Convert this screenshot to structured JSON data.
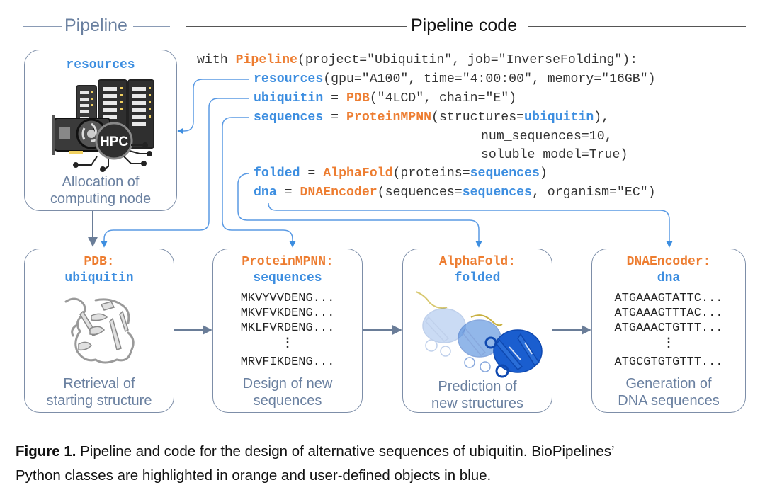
{
  "headers": {
    "left": "Pipeline",
    "right": "Pipeline code"
  },
  "colors": {
    "class_orange": "#ed7d31",
    "object_blue": "#3d8ee0",
    "box_border": "#7d8ea8",
    "caption_gray": "#6a80a0"
  },
  "code": {
    "line1": {
      "prefix": "with ",
      "cls": "Pipeline",
      "args": "(project=\"Ubiquitin\", job=\"InverseFolding\"):"
    },
    "line2": {
      "obj": "resources",
      "args": "(gpu=\"A100\", time=\"4:00:00\", memory=\"16GB\")"
    },
    "line3": {
      "obj": "ubiquitin",
      "eq": " = ",
      "cls": "PDB",
      "args": "(\"4LCD\", chain=\"E\")"
    },
    "line4": {
      "obj": "sequences",
      "eq": " = ",
      "cls": "ProteinMPNN",
      "args_a": "(structures=",
      "ref": "ubiquitin",
      "args_b": "),"
    },
    "line5": {
      "text": "num_sequences=10,"
    },
    "line6": {
      "text": "soluble_model=True)"
    },
    "line7": {
      "obj": "folded",
      "eq": " = ",
      "cls": "AlphaFold",
      "args_a": "(proteins=",
      "ref": "sequences",
      "args_b": ")"
    },
    "line8": {
      "obj": "dna",
      "eq": " = ",
      "cls": "DNAEncoder",
      "args_a": "(sequences=",
      "ref": "sequences",
      "args_b": ", organism=\"EC\")"
    }
  },
  "boxes": {
    "resources": {
      "title": "resources",
      "icon": "hpc-server-icon",
      "icon_badge": "HPC",
      "caption_l1": "Allocation of",
      "caption_l2": "computing node"
    },
    "pdb": {
      "class_label": "PDB:",
      "object_label": "ubiquitin",
      "icon": "protein-structure-icon",
      "caption_l1": "Retrieval of",
      "caption_l2": "starting structure"
    },
    "proteinmpnn": {
      "class_label": "ProteinMPNN:",
      "object_label": "sequences",
      "sequences": [
        "MKVYVVDENG...",
        "MKVFVKDENG...",
        "MKLFVRDENG..."
      ],
      "ellipsis": "⋮",
      "last_sequence": "MRVFIKDENG...",
      "caption_l1": "Design of new",
      "caption_l2": "sequences"
    },
    "alphafold": {
      "class_label": "AlphaFold:",
      "object_label": "folded",
      "icon": "folded-proteins-icon",
      "caption_l1": "Prediction of",
      "caption_l2": "new structures"
    },
    "dnaencoder": {
      "class_label": "DNAEncoder:",
      "object_label": "dna",
      "sequences": [
        "ATGAAAGTATTC...",
        "ATGAAAGTTTAC...",
        "ATGAAACTGTTT..."
      ],
      "ellipsis": "⋮",
      "last_sequence": "ATGCGTGTGTTT...",
      "caption_l1": "Generation of",
      "caption_l2": "DNA sequences"
    }
  },
  "caption": {
    "label": "Figure 1.",
    "line1": " Pipeline and code for the design of alternative sequences of ubiquitin. BioPipelines’",
    "line2": "Python classes are highlighted in orange and user-defined objects in blue."
  }
}
